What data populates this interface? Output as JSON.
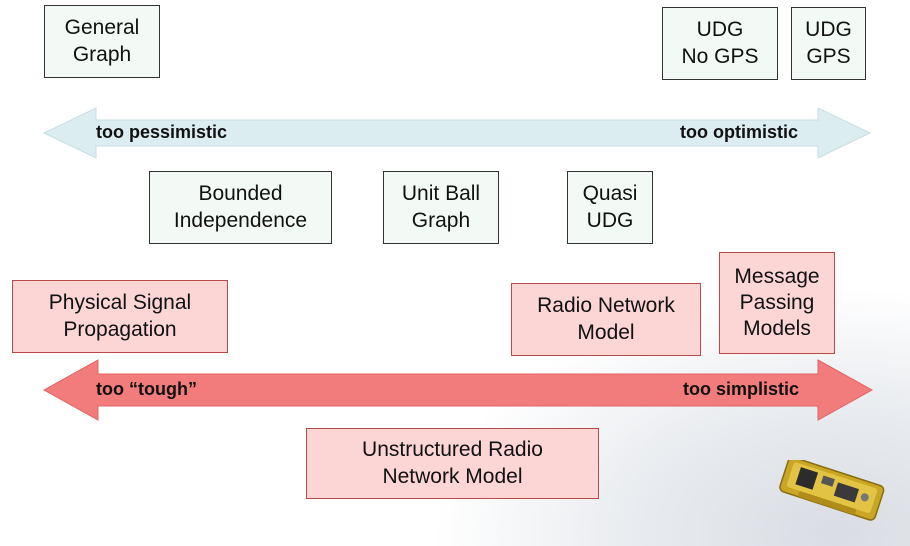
{
  "top_boxes": [
    {
      "id": "general-graph",
      "label": "General\nGraph"
    },
    {
      "id": "udg-no-gps",
      "label": "UDG\nNo GPS"
    },
    {
      "id": "udg-gps",
      "label": "UDG\nGPS"
    }
  ],
  "upper_arrow": {
    "left_label": "too pessimistic",
    "right_label": "too optimistic",
    "color": "#dcedf1"
  },
  "middle_boxes": [
    {
      "id": "bounded-independence",
      "label": "Bounded\nIndependence"
    },
    {
      "id": "unit-ball-graph",
      "label": "Unit Ball\nGraph"
    },
    {
      "id": "quasi-udg",
      "label": "Quasi\nUDG"
    }
  ],
  "red_boxes": [
    {
      "id": "physical-signal-propagation",
      "label": "Physical Signal\nPropagation"
    },
    {
      "id": "radio-network-model",
      "label": "Radio Network\nModel"
    },
    {
      "id": "message-passing-models",
      "label": "Message\nPassing\nModels"
    },
    {
      "id": "unstructured-radio-network-model",
      "label": "Unstructured Radio\nNetwork Model"
    }
  ],
  "lower_arrow": {
    "left_label": "too “tough”",
    "right_label": "too simplistic",
    "color": "#f27b7b"
  }
}
